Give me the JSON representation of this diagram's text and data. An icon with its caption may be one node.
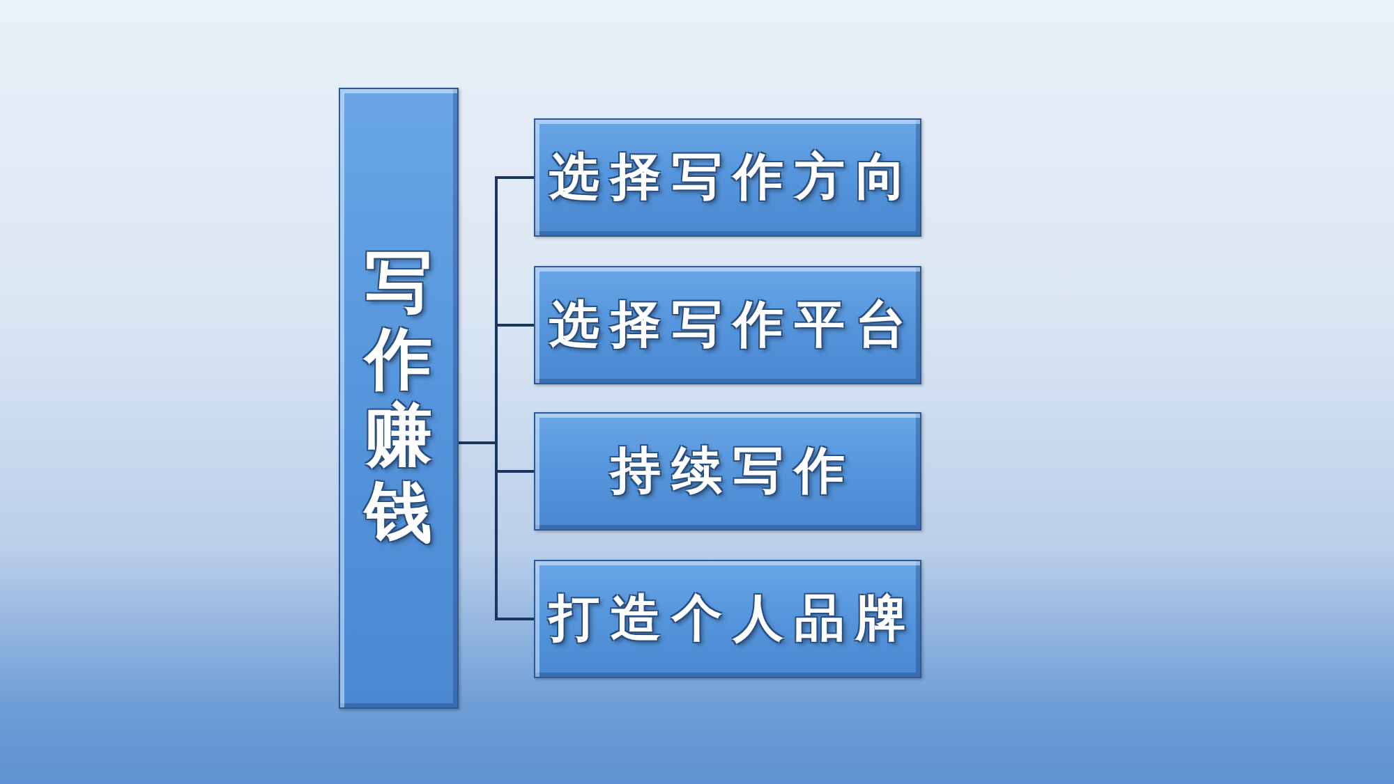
{
  "diagram": {
    "nodes": [
      {
        "text": [
          "写作赚钱"
        ]
      },
      {
        "text": [
          "选择写作方向"
        ]
      },
      {
        "text": [
          "选择写作平台"
        ]
      },
      {
        "text": [
          "持续写作"
        ]
      },
      {
        "text": [
          "打造个人品牌"
        ]
      }
    ],
    "edges": [
      {
        "from": 0,
        "to": 1,
        "arrow": "none"
      },
      {
        "from": 0,
        "to": 2,
        "arrow": "none"
      },
      {
        "from": 0,
        "to": 3,
        "arrow": "none"
      },
      {
        "from": 0,
        "to": 4,
        "arrow": "none"
      }
    ]
  }
}
